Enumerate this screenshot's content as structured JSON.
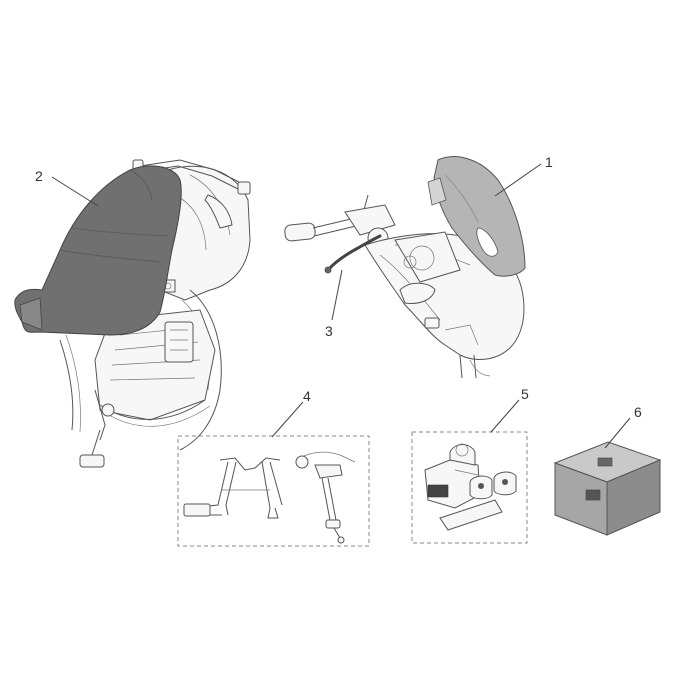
{
  "callouts": {
    "c1": "1",
    "c2": "2",
    "c3": "3",
    "c4": "4",
    "c5": "5",
    "c6": "6"
  },
  "colors": {
    "line": "#555555",
    "seat_fill": "#6f6f6f",
    "windscreen_fill": "#b0b0b0",
    "box_fill": "#9a9a9a",
    "dash_frame": "#888888"
  },
  "parts": [
    {
      "callout": "1",
      "icon": "windscreen-icon"
    },
    {
      "callout": "2",
      "icon": "seat-icon"
    },
    {
      "callout": "3",
      "icon": "brake-lever-icon"
    },
    {
      "callout": "4",
      "icon": "stands-icon"
    },
    {
      "callout": "5",
      "icon": "alarm-kit-icon"
    },
    {
      "callout": "6",
      "icon": "box-icon"
    }
  ]
}
